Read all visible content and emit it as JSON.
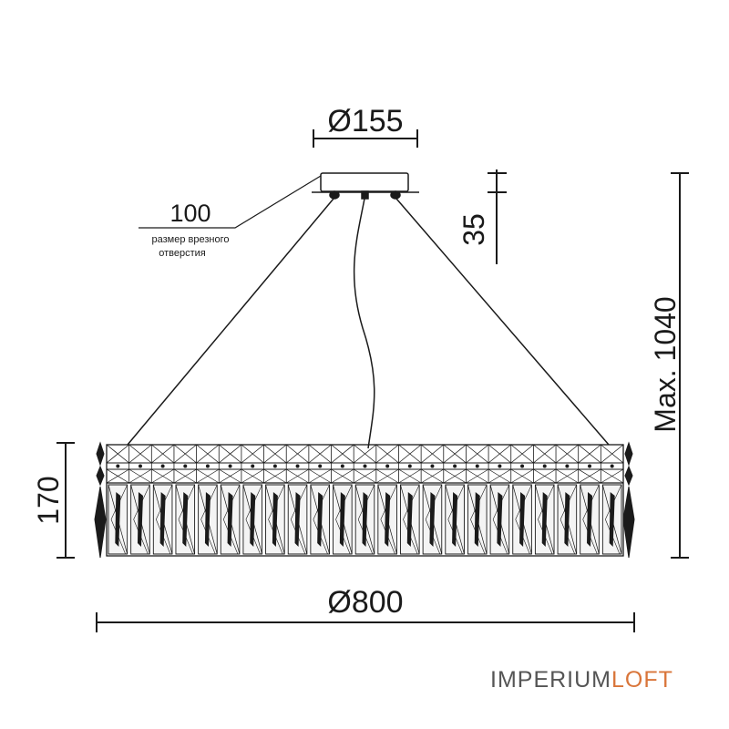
{
  "dimensions": {
    "canopy_diameter": "Ø155",
    "canopy_height": "35",
    "hole_size": "100",
    "hole_note_line1": "размер врезного",
    "hole_note_line2": "отверстия",
    "total_height": "Max. 1040",
    "body_height": "170",
    "body_diameter": "Ø800"
  },
  "brand": {
    "part1": "IMPERIUM",
    "part2": "LOFT",
    "accent_color": "#d9753a",
    "text_color": "#555555"
  },
  "line_color": "#1a1a1a"
}
